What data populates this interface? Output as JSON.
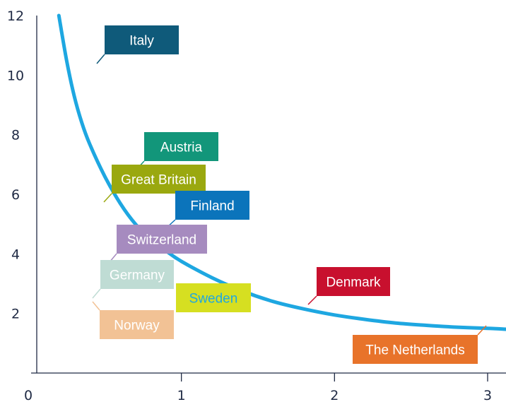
{
  "chart_data": {
    "type": "scatter",
    "title": "",
    "xlabel": "",
    "ylabel": "",
    "xlim": [
      -0.1,
      3.1
    ],
    "ylim": [
      0,
      12
    ],
    "xticks": [
      {
        "value": 0,
        "label": "0"
      },
      {
        "value": 1,
        "label": "1"
      },
      {
        "value": 2,
        "label": "2"
      },
      {
        "value": 3,
        "label": "3"
      }
    ],
    "yticks": [
      {
        "value": 2,
        "label": "2"
      },
      {
        "value": 4,
        "label": "4"
      },
      {
        "value": 6,
        "label": "6"
      },
      {
        "value": 8,
        "label": "8"
      },
      {
        "value": 10,
        "label": "10"
      },
      {
        "value": 12,
        "label": "12"
      }
    ],
    "grid": false,
    "curve": {
      "color": "#1ea7e1",
      "points": [
        [
          0.2,
          12.0
        ],
        [
          0.25,
          10.5
        ],
        [
          0.3,
          9.3
        ],
        [
          0.35,
          8.4
        ],
        [
          0.4,
          7.7
        ],
        [
          0.5,
          6.6
        ],
        [
          0.6,
          5.7
        ],
        [
          0.7,
          5.0
        ],
        [
          0.8,
          4.5
        ],
        [
          0.9,
          4.1
        ],
        [
          1.0,
          3.75
        ],
        [
          1.2,
          3.2
        ],
        [
          1.4,
          2.75
        ],
        [
          1.6,
          2.4
        ],
        [
          1.8,
          2.15
        ],
        [
          2.0,
          1.95
        ],
        [
          2.2,
          1.8
        ],
        [
          2.4,
          1.68
        ],
        [
          2.6,
          1.6
        ],
        [
          2.8,
          1.54
        ],
        [
          3.0,
          1.5
        ],
        [
          3.15,
          1.47
        ]
      ]
    },
    "points": [
      {
        "name": "Italy",
        "x": 0.48,
        "y": 10.5,
        "color": "#0f5a7a",
        "text_color": "#ffffff"
      },
      {
        "name": "Austria",
        "x": 0.71,
        "y": 7.0,
        "color": "#12967a",
        "text_color": "#ffffff"
      },
      {
        "name": "Great Britain",
        "x": 0.43,
        "y": 5.6,
        "color": "#9aa80f",
        "text_color": "#ffffff"
      },
      {
        "name": "Finland",
        "x": 0.89,
        "y": 5.0,
        "color": "#0b74bb",
        "text_color": "#ffffff"
      },
      {
        "name": "Switzerland",
        "x": 0.48,
        "y": 3.9,
        "color": "#a68bbf",
        "text_color": "#ffffff"
      },
      {
        "name": "Germany",
        "x": 0.36,
        "y": 2.4,
        "color": "#bfdcd4",
        "text_color": "#ffffff"
      },
      {
        "name": "Sweden",
        "x": 0.89,
        "y": 2.15,
        "color": "#d6df21",
        "text_color": "#1ea7e1"
      },
      {
        "name": "Norway",
        "x": 0.36,
        "y": 2.4,
        "color": "#f2c295",
        "text_color": "#ffffff"
      },
      {
        "name": "Denmark",
        "x": 1.8,
        "y": 2.2,
        "color": "#c8102e",
        "text_color": "#ffffff"
      },
      {
        "name": "The Netherlands",
        "x": 2.98,
        "y": 1.5,
        "color": "#e8732a",
        "text_color": "#ffffff"
      }
    ]
  }
}
